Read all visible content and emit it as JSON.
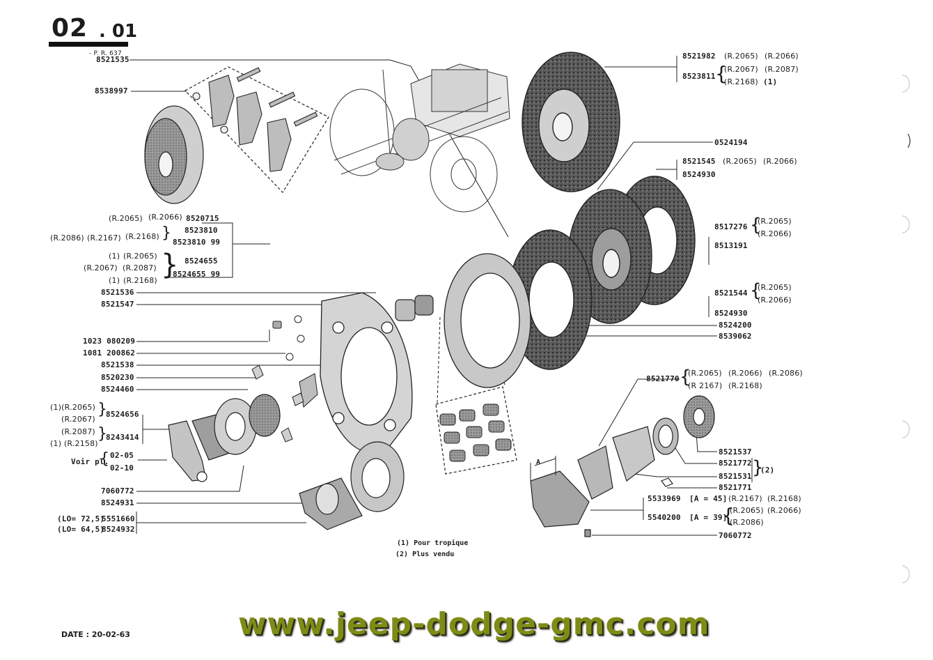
{
  "header": {
    "section": "02",
    "subsection": ". 01",
    "ref": "- P. R. 637"
  },
  "footer": {
    "date": "DATE : 20-02-63",
    "watermark": "www.jeep-dodge-gmc.com"
  },
  "notes": {
    "n1": "(1) Pour tropique",
    "n2": "(2) Plus vendu"
  },
  "labels": {
    "p8521535": "8521535",
    "p8538997": "8538997",
    "r2065a": "(R.2065)",
    "r2066a": "(R.2066)",
    "p8520715": "8520715",
    "r2086a": "(R.2086)",
    "r2167a": "(R.2167)",
    "r2168a": "(R.2168)",
    "p8523810": "8523810",
    "p8523810_99": "8523810 99",
    "m1a": "(1)",
    "r2065b": "(R.2065)",
    "r2067a": "(R.2067)",
    "r2087a": "(R.2087)",
    "m1b": "(1)",
    "r2168b": "(R.2168)",
    "p8524655": "8524655",
    "p8524655_99": "8524655 99",
    "p8521536": "8521536",
    "p8521547": "8521547",
    "p1023": "1023 080209",
    "p1081": "1081 200862",
    "p8521538": "8521538",
    "p8520230": "8520230",
    "p8524460": "8524460",
    "m1c": "(1)(R.2065)",
    "r2067b": "(R.2067)",
    "p8524656": "8524656",
    "r2087b": "(R.2087)",
    "m1d": "(1) (R.2158)",
    "p8243414": "8243414",
    "voir": "Voir pl.",
    "v0205": "02-05",
    "v0210": "02-10",
    "p7060772a": "7060772",
    "p8524931": "8524931",
    "lo725": "(LO= 72,5)",
    "p5551660": "5551660",
    "lo645": "(LO= 64,5)",
    "p8524932": "8524932",
    "p8521982": "8521982",
    "r2065c": "(R.2065)",
    "r2066c": "(R.2066)",
    "p8523811": "8523811",
    "r2067c": "(R.2067)",
    "r2087c": "(R.2087)",
    "r2168c": "(R.2168)",
    "m1e": "(1)",
    "p0524194": "0524194",
    "p8521545": "8521545",
    "r2065d": "(R.2065)",
    "r2066d": "(R.2066)",
    "p8524930a": "8524930",
    "p8517276": "8517276",
    "r2065e": "(R.2065)",
    "r2066e": "(R.2066)",
    "p8513191": "8513191",
    "p8521544": "8521544",
    "r2065f": "(R.2065)",
    "r2066f": "(R.2066)",
    "p8524930b": "8524930",
    "p8524200": "8524200",
    "p8539062": "8539062",
    "p8521770": "8521770",
    "r2065g": "(R.2065)",
    "r2066g": "(R.2066)",
    "r2086g": "(R.2086)",
    "r2167g": "(R 2167)",
    "r2168g": "(R.2168)",
    "p8521537": "8521537",
    "p8521772": "8521772",
    "m2": "(2)",
    "p8521531": "8521531",
    "p8521771": "8521771",
    "p5533969": "5533969",
    "a45": "[A = 45]",
    "r2167h": "(R.2167)",
    "r2168h": "(R.2168)",
    "p5540200": "5540200",
    "a39": "[A = 39]",
    "r2065h": "(R.2065)",
    "r2066h": "(R.2066)",
    "r2086h": "(R.2086)",
    "p7060772b": "7060772",
    "dimA": "A"
  }
}
